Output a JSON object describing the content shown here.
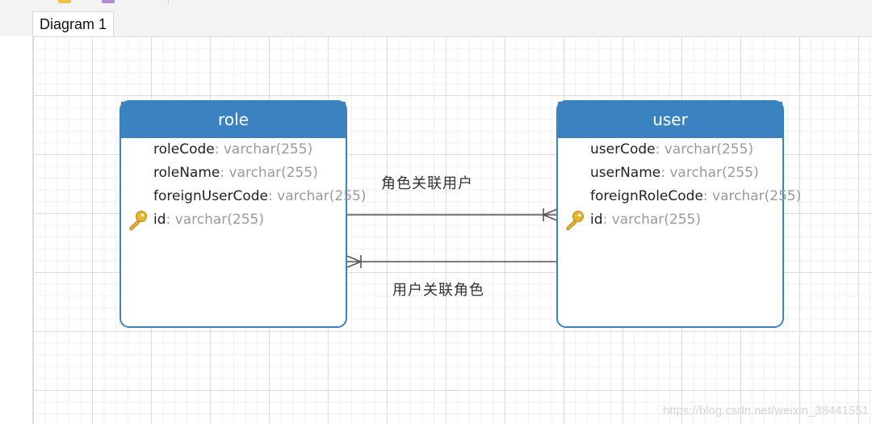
{
  "tabs": [
    {
      "label": "Diagram 1"
    }
  ],
  "entities": {
    "role": {
      "name": "role",
      "fields": [
        {
          "name": "roleCode",
          "type": ": varchar(255)"
        },
        {
          "name": "roleName",
          "type": ": varchar(255)"
        },
        {
          "name": "foreignUserCode",
          "type": ": varchar(255)"
        },
        {
          "name": "id",
          "type": ": varchar(255)",
          "primary_key": true
        }
      ]
    },
    "user": {
      "name": "user",
      "fields": [
        {
          "name": "userCode",
          "type": ": varchar(255)"
        },
        {
          "name": "userName",
          "type": ": varchar(255)"
        },
        {
          "name": "foreignRoleCode",
          "type": ": varchar(255)"
        },
        {
          "name": "id",
          "type": ": varchar(255)",
          "primary_key": true
        }
      ]
    }
  },
  "relations": {
    "role_to_user": {
      "label": "角色关联用户",
      "many_end": "user"
    },
    "user_to_role": {
      "label": "用户关联角色",
      "many_end": "role"
    }
  },
  "watermark": "https://blog.csdn.net/weixin_38441551",
  "colors": {
    "entity_header": "#3b83c0",
    "key_icon": "#e8b62a",
    "field_type": "#9a9a9a"
  },
  "icons": {
    "primary_key": "key-icon"
  }
}
